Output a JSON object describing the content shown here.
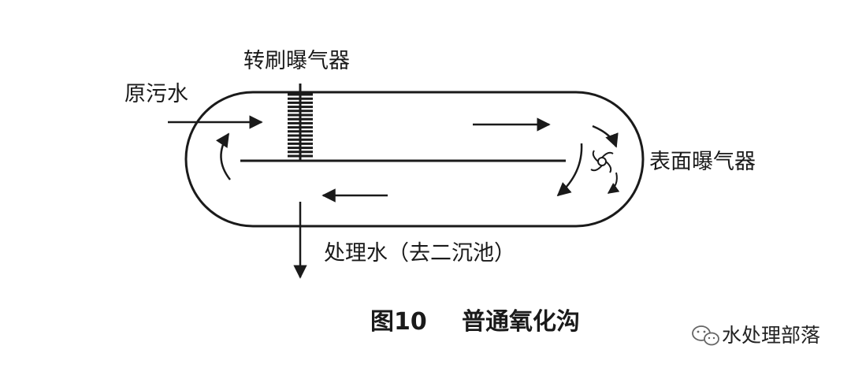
{
  "labels": {
    "brush_aerator": "转刷曝气器",
    "raw_water": "原污水",
    "surface_aerator": "表面曝气器",
    "treated_water": "处理水（去二沉池）"
  },
  "caption": {
    "number": "图10",
    "title": "普通氧化沟"
  },
  "watermark": {
    "text": "水处理部落",
    "icon": "wechat-icon"
  }
}
